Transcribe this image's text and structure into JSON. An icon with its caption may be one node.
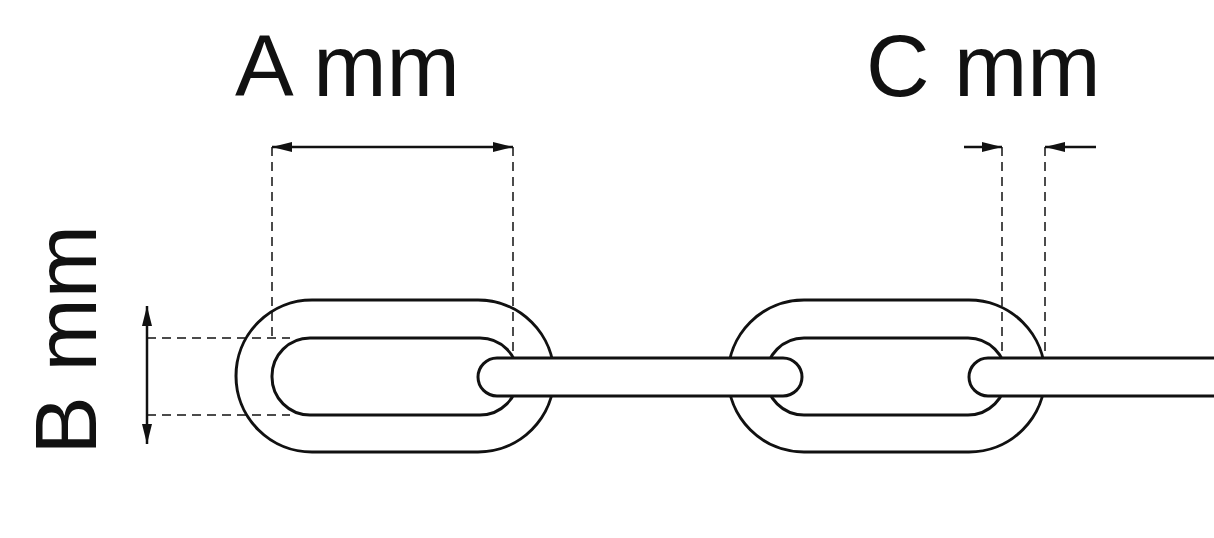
{
  "diagram": {
    "labels": [
      "A mm",
      "C mm",
      "B mm"
    ]
  }
}
